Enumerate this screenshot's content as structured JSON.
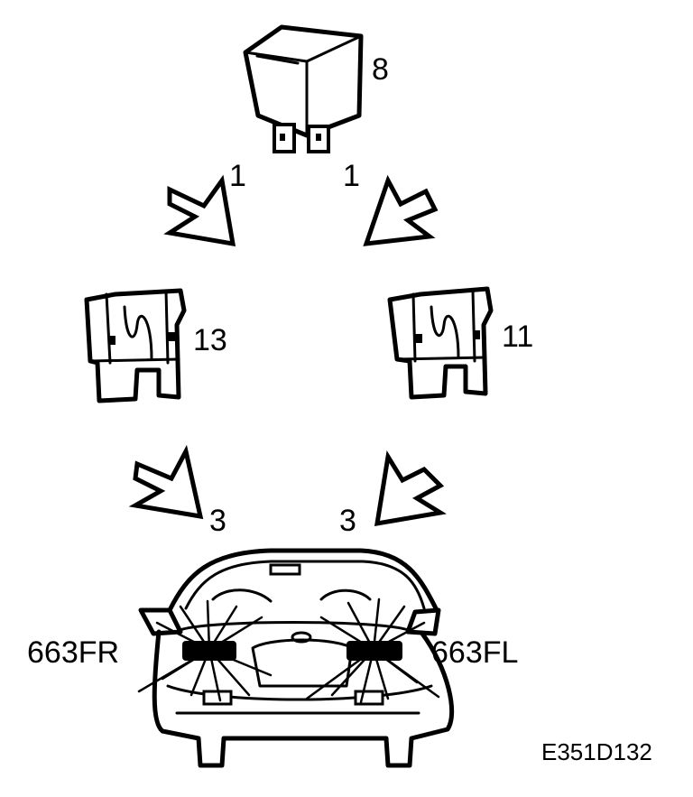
{
  "relay": {
    "label": "8"
  },
  "arrows_top": {
    "left_label": "1",
    "right_label": "1"
  },
  "fuses": {
    "left_label": "13",
    "right_label": "11"
  },
  "arrows_bottom": {
    "left_label": "3",
    "right_label": "3"
  },
  "car": {
    "left_lamp_label": "663FR",
    "right_lamp_label": "663FL"
  },
  "figure_code": "E351D132"
}
